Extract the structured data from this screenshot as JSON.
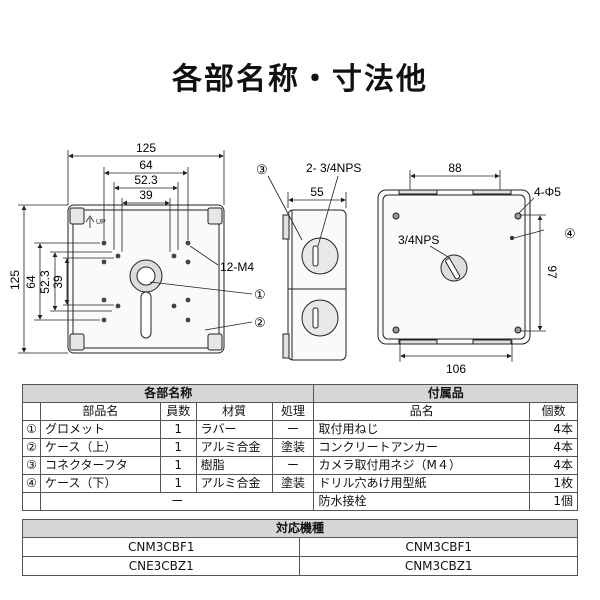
{
  "title": "各部名称・寸法他",
  "drawing": {
    "front": {
      "dims": {
        "w125": "125",
        "w64": "64",
        "w52": "52.3",
        "w39": "39",
        "h125": "125",
        "h64": "64",
        "h52": "52.3",
        "h39": "39"
      },
      "up_label": "UP",
      "callout_screw": "12-M4",
      "callout_1": "①",
      "callout_2": "②"
    },
    "side": {
      "dim_55": "55",
      "callout_3": "③",
      "callout_nps": "2- 3/4NPS"
    },
    "back": {
      "dim_88": "88",
      "dim_106": "106",
      "dim_97": "97",
      "callout_holes": "4-Φ5",
      "callout_4": "④",
      "callout_nps": "3/4NPS"
    }
  },
  "parts_table": {
    "header_left": "各部名称",
    "header_right": "付属品",
    "columns": [
      "部品名",
      "員数",
      "材質",
      "処理",
      "品名",
      "個数"
    ],
    "rows": [
      {
        "no": "①",
        "name": "グロメット",
        "qty": "1",
        "material": "ラバー",
        "treatment": "ー",
        "acc_name": "取付用ねじ",
        "acc_qty": "4本"
      },
      {
        "no": "②",
        "name": "ケース（上）",
        "qty": "1",
        "material": "アルミ合金",
        "treatment": "塗装",
        "acc_name": "コンクリートアンカー",
        "acc_qty": "4本"
      },
      {
        "no": "③",
        "name": "コネクターフタ",
        "qty": "1",
        "material": "樹脂",
        "treatment": "ー",
        "acc_name": "カメラ取付用ネジ（M４）",
        "acc_qty": "4本"
      },
      {
        "no": "④",
        "name": "ケース（下）",
        "qty": "1",
        "material": "アルミ合金",
        "treatment": "塗装",
        "acc_name": "ドリル穴あけ用型紙",
        "acc_qty": "1枚"
      }
    ],
    "last_row": {
      "left": "ー",
      "acc_name": "防水接栓",
      "acc_qty": "1個"
    }
  },
  "models_table": {
    "header": "対応機種",
    "rows": [
      [
        "CNM3CBF1",
        "CNM3CBF1"
      ],
      [
        "CNE3CBZ1",
        "CNM3CBZ1"
      ]
    ]
  }
}
